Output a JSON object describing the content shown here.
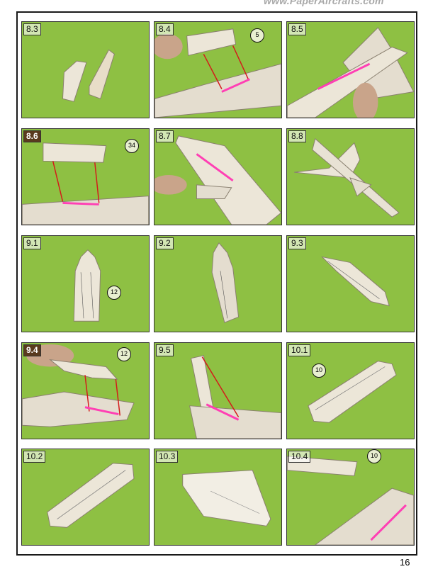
{
  "header": {
    "website": "www.PaperAircrafts.com"
  },
  "steps": [
    {
      "label": "8.3",
      "highlight": false,
      "part_number": ""
    },
    {
      "label": "8.4",
      "highlight": false,
      "part_number": "5"
    },
    {
      "label": "8.5",
      "highlight": false,
      "part_number": ""
    },
    {
      "label": "8.6",
      "highlight": true,
      "part_number": "34"
    },
    {
      "label": "8.7",
      "highlight": false,
      "part_number": ""
    },
    {
      "label": "8.8",
      "highlight": false,
      "part_number": ""
    },
    {
      "label": "9.1",
      "highlight": false,
      "part_number": "12"
    },
    {
      "label": "9.2",
      "highlight": false,
      "part_number": ""
    },
    {
      "label": "9.3",
      "highlight": false,
      "part_number": ""
    },
    {
      "label": "9.4",
      "highlight": true,
      "part_number": "12"
    },
    {
      "label": "9.5",
      "highlight": false,
      "part_number": ""
    },
    {
      "label": "10.1",
      "highlight": false,
      "part_number": "10"
    },
    {
      "label": "10.2",
      "highlight": false,
      "part_number": ""
    },
    {
      "label": "10.3",
      "highlight": false,
      "part_number": ""
    },
    {
      "label": "10.4",
      "highlight": false,
      "part_number": "10"
    }
  ],
  "footer": {
    "page_number": "16"
  },
  "colors": {
    "background_green": "#8ec043",
    "paper": "#ece6d8",
    "glue_guide": "#ff3fb4",
    "arrow_red": "#d41a1a"
  }
}
